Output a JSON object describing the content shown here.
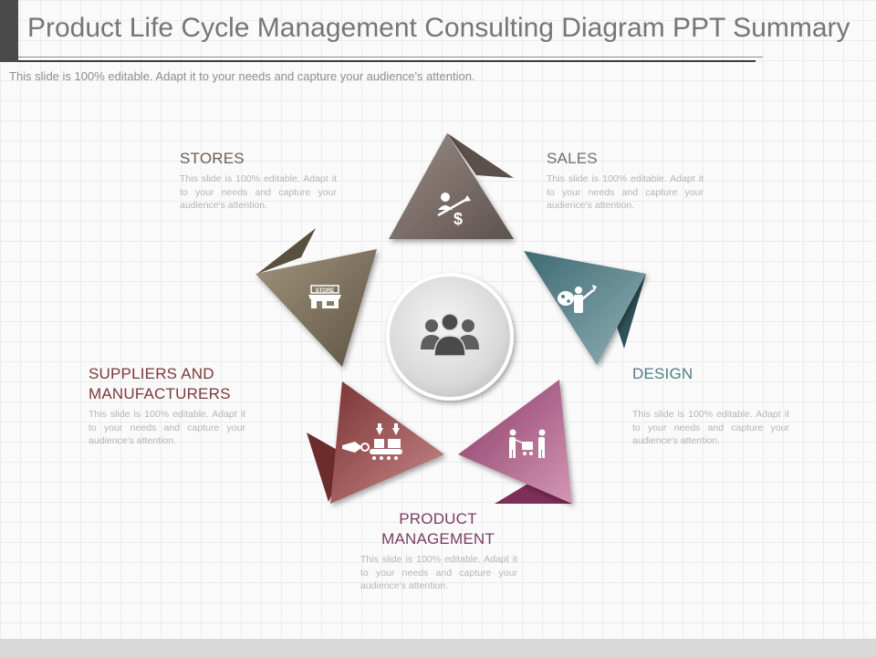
{
  "slide": {
    "title": "Product Life Cycle Management Consulting Diagram PPT Summary",
    "subtitle": "This slide is 100% editable. Adapt it to your needs and capture your audience's attention."
  },
  "segments": [
    {
      "id": "sales",
      "label": "SALES",
      "desc": "This slide is 100% editable. Adapt it to your needs and capture your audience's attention.",
      "color": "#7a6d67",
      "icon": "dollar-growth-icon"
    },
    {
      "id": "design",
      "label": "DESIGN",
      "desc": "This slide is 100% editable. Adapt it to your needs and capture your audience's attention.",
      "color": "#4f7d86",
      "icon": "painter-icon"
    },
    {
      "id": "product-management",
      "label": "PRODUCT MANAGEMENT",
      "label_line1": "PRODUCT",
      "label_line2": "MANAGEMENT",
      "desc": "This slide is 100% editable. Adapt it to your needs and capture your audience's attention.",
      "color": "#a0507a",
      "icon": "people-cart-icon"
    },
    {
      "id": "suppliers",
      "label": "SUPPLIERS AND MANUFACTURERS",
      "label_line1": "SUPPLIERS AND",
      "label_line2": "MANUFACTURERS",
      "desc": "This slide is 100% editable. Adapt it to your needs and capture your audience's attention.",
      "color": "#8c3e3e",
      "icon": "conveyor-icon"
    },
    {
      "id": "stores",
      "label": "STORES",
      "desc": "This slide is 100% editable. Adapt it to your needs and capture your audience's attention.",
      "color": "#877a63",
      "icon": "storefront-icon",
      "icon_text": "STORE"
    }
  ],
  "center": {
    "icon": "team-icon"
  },
  "label_colors": {
    "stores": "#6b5e52",
    "sales": "#7a6d67",
    "design": "#4f7d86",
    "product_management": "#7a3d63",
    "suppliers": "#7a3a3a"
  }
}
